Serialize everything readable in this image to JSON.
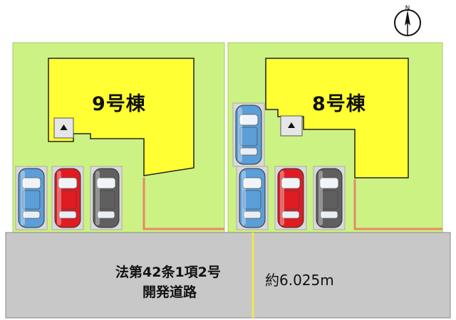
{
  "plan": {
    "lots": [
      {
        "building_label": "9号棟"
      },
      {
        "building_label": "8号棟"
      }
    ],
    "road": {
      "line1": "法第42条1項2号",
      "line2": "開発道路",
      "width_label": "約6.025m"
    },
    "compass": {
      "north_mark": "N"
    },
    "colors": {
      "lawn": "#ccf283",
      "building": "#ffff33",
      "road": "#c8c8c8",
      "road_center_line": "#f2e64a",
      "fence": "#e8876a",
      "car_blue": "#5b9ed8",
      "car_red": "#e01b22",
      "car_gray": "#5f5f5f"
    }
  }
}
